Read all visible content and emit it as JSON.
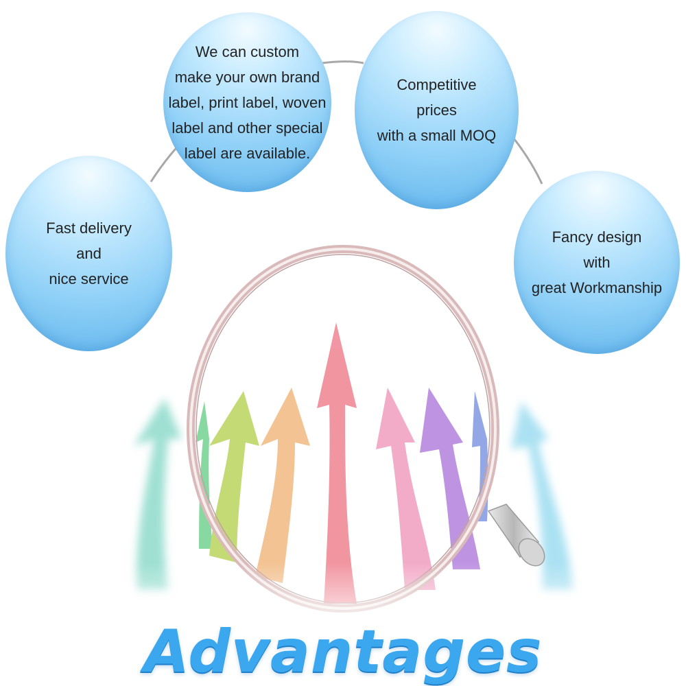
{
  "bubbles": [
    {
      "text": "Fast delivery\n and\nnice service"
    },
    {
      "text": "We can custom\nmake your own brand\nlabel, print label, woven\nlabel and other special\nlabel are available."
    },
    {
      "text": "Competitive\nprices\nwith a small MOQ"
    },
    {
      "text": "Fancy design\nwith\ngreat Workmanship"
    }
  ],
  "title": "Advantages",
  "colors": {
    "bubble": "#8fd0f7",
    "title": "#3aa7ee",
    "connector": "#a8a8a8",
    "lens_rim": "#c9a6a6",
    "arrows": [
      "#7fd6c4",
      "#7ed59a",
      "#bfd76a",
      "#f2be8a",
      "#f08d9a",
      "#f2a6c4",
      "#b98be0",
      "#8aa0e6",
      "#8fd8ee"
    ]
  },
  "icons": [
    "magnifying-glass-icon",
    "growth-arrow-icon"
  ]
}
